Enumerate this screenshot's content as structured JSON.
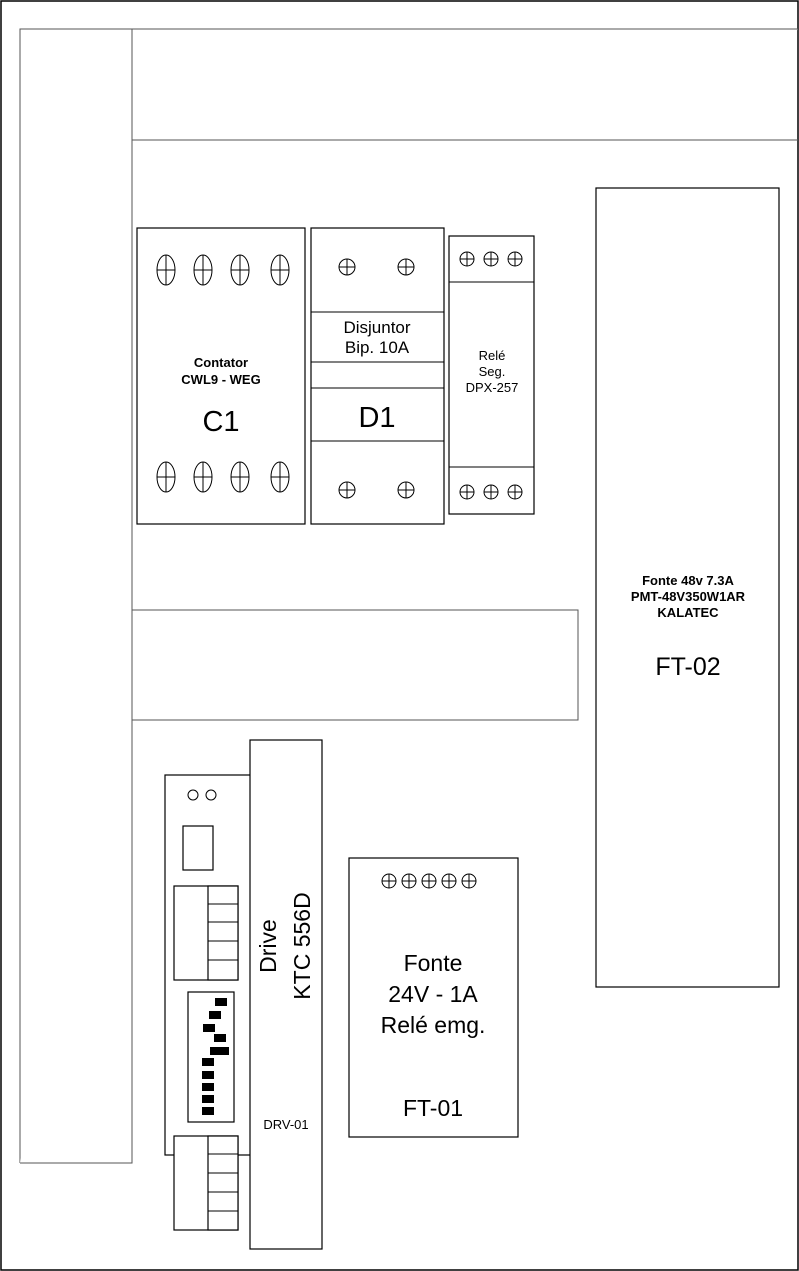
{
  "contator": {
    "tag": "C1",
    "line1": "Contator",
    "line2": "CWL9 - WEG"
  },
  "disjuntor": {
    "tag": "D1",
    "line1": "Disjuntor",
    "line2": "Bip. 10A"
  },
  "rele_seguranca": {
    "line1": "Relé",
    "line2": "Seg.",
    "line3": "DPX-257"
  },
  "fonte_48v": {
    "tag": "FT-02",
    "line1": "Fonte 48v 7.3A",
    "line2": "PMT-48V350W1AR",
    "line3": "KALATEC"
  },
  "fonte_24v": {
    "tag": "FT-01",
    "line1": "Fonte",
    "line2": "24V - 1A",
    "line3": "Relé emg."
  },
  "drive": {
    "tag": "DRV-01",
    "line1": "Drive",
    "line2": "KTC 556D"
  }
}
